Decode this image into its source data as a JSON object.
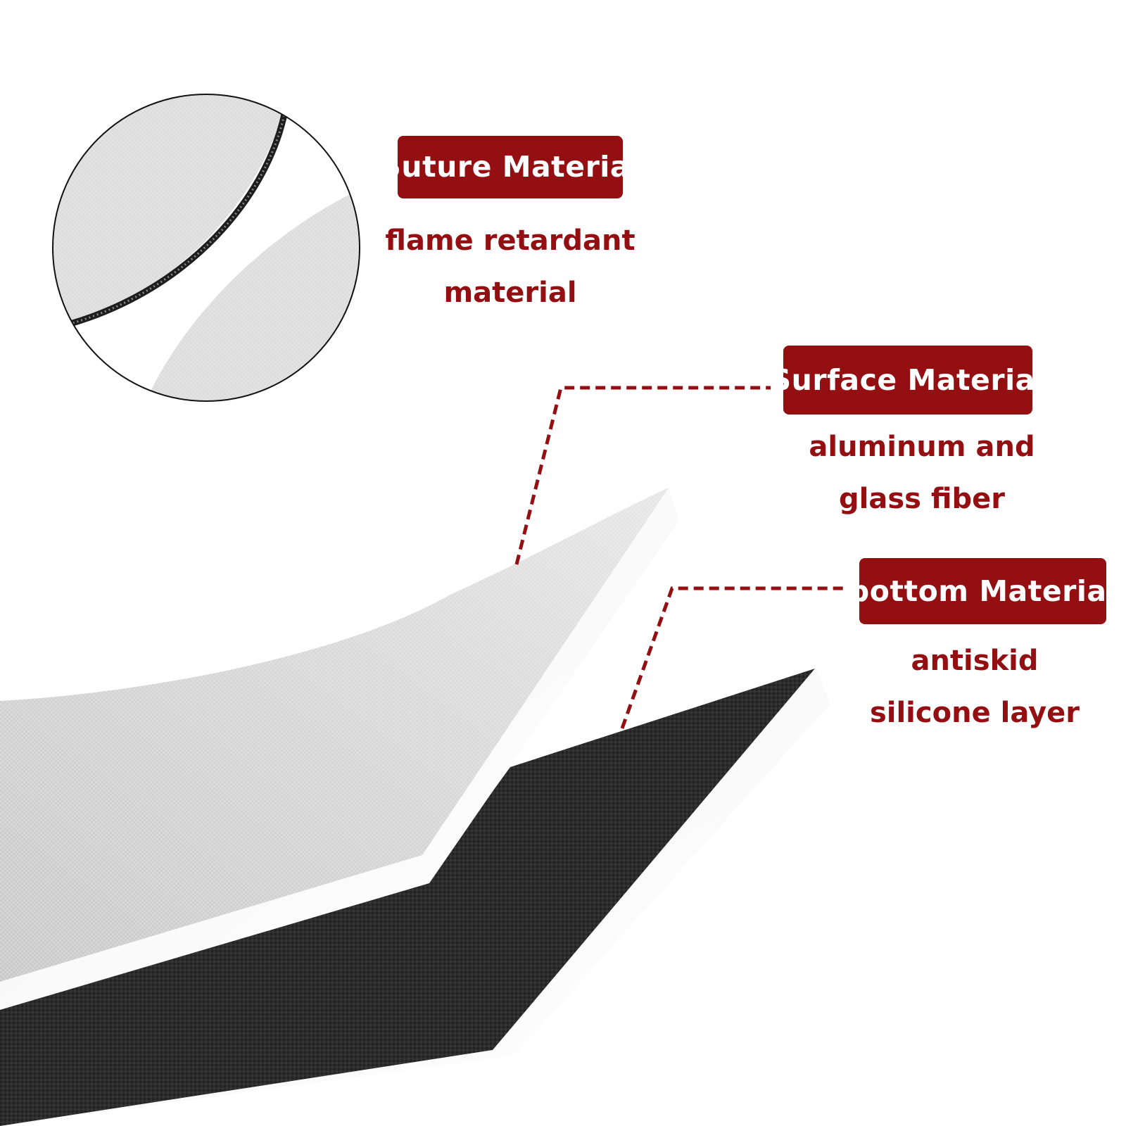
{
  "accent_color": "#930f12",
  "layers": [
    {
      "id": "suture",
      "label": "Suture  Material",
      "description": [
        "flame retardant",
        "material"
      ]
    },
    {
      "id": "surface",
      "label": "Surface  Material",
      "description": [
        "aluminum and",
        "glass fiber"
      ]
    },
    {
      "id": "bottom",
      "label": "bottom  Material",
      "description": [
        "antiskid",
        "silicone layer"
      ]
    }
  ],
  "icons": [
    "magnifier-circle",
    "fabric-layer-white",
    "fabric-layer-black",
    "dashed-leader-line"
  ]
}
